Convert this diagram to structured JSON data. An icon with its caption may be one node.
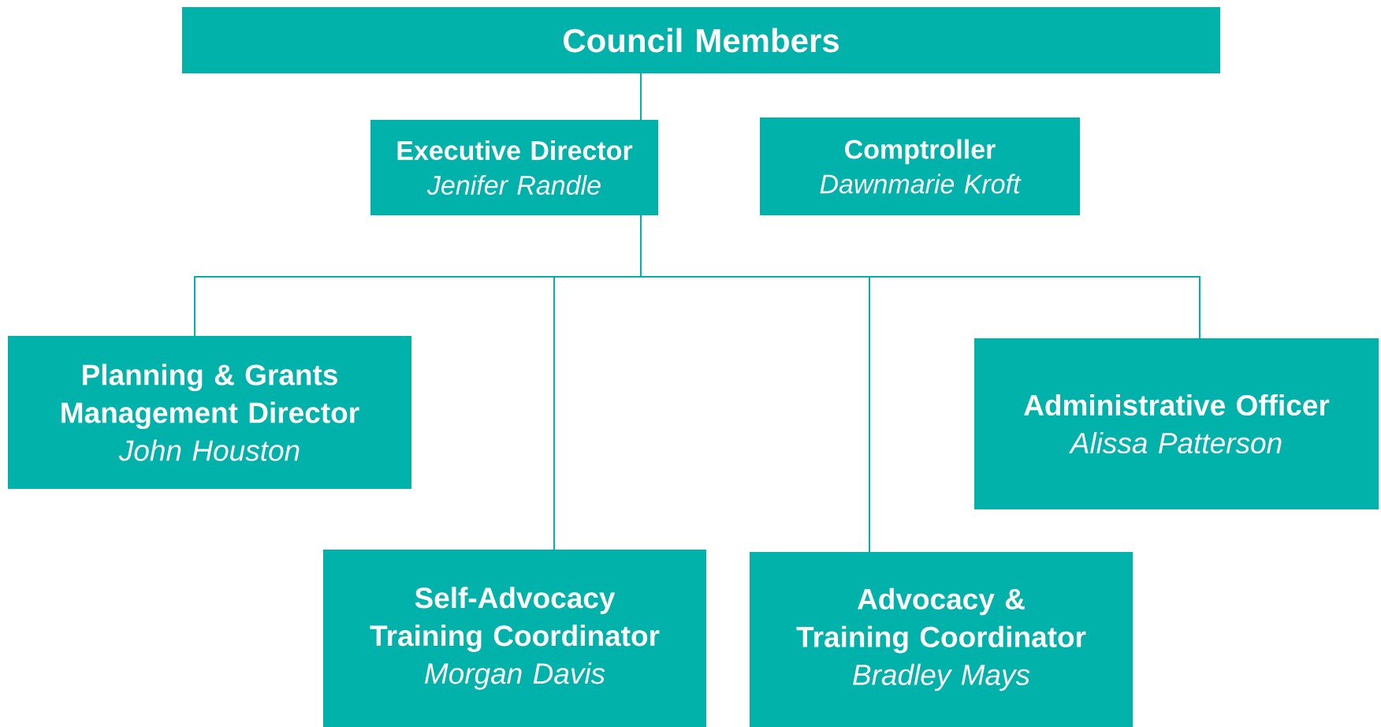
{
  "diagram": {
    "nodes": [
      {
        "text": [
          "Council Members"
        ]
      },
      {
        "text": [
          "Executive Director",
          "Jenifer Randle"
        ]
      },
      {
        "text": [
          "Comptroller",
          "Dawnmarie Kroft"
        ]
      },
      {
        "text": [
          "Planning & Grants Management Director",
          "John Houston"
        ]
      },
      {
        "text": [
          "Administrative Officer",
          "Alissa Patterson"
        ]
      },
      {
        "text": [
          "Self-Advocacy Training Coordinator",
          "Morgan Davis"
        ]
      },
      {
        "text": [
          "Advocacy & Training Coordinator",
          "Bradley Mays"
        ]
      }
    ],
    "edges": [
      {
        "from": 0,
        "to": 1,
        "arrow": "none"
      },
      {
        "from": 1,
        "to": 3,
        "arrow": "none"
      },
      {
        "from": 1,
        "to": 5,
        "arrow": "none"
      },
      {
        "from": 1,
        "to": 6,
        "arrow": "none"
      },
      {
        "from": 1,
        "to": 4,
        "arrow": "none"
      }
    ]
  }
}
